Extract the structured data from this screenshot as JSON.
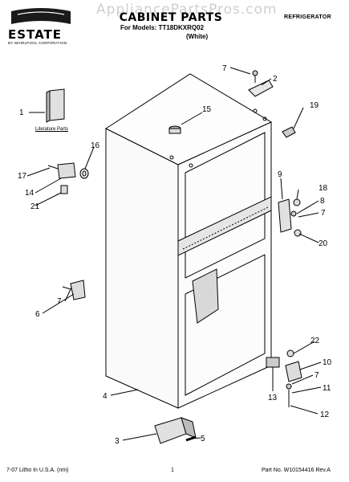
{
  "header": {
    "watermark": "AppliancePartsPros.com",
    "brand": "ESTATE",
    "brand_sub": "BY WHIRLPOOL CORPORATION",
    "title": "CABINET PARTS",
    "models": "For Models: TT18DKXRQ02",
    "color": "(White)",
    "category": "REFRIGERATOR"
  },
  "diagram": {
    "literature_label": "Literature Parts",
    "callouts": [
      "1",
      "2",
      "3",
      "4",
      "5",
      "6",
      "7",
      "8",
      "9",
      "10",
      "11",
      "12",
      "13",
      "14",
      "15",
      "16",
      "17",
      "18",
      "19",
      "20",
      "21",
      "22"
    ]
  },
  "footer": {
    "left": "7-07 Litho In U.S.A. (nm)",
    "page": "1",
    "right": "Part No. W10154416 Rev.A"
  }
}
